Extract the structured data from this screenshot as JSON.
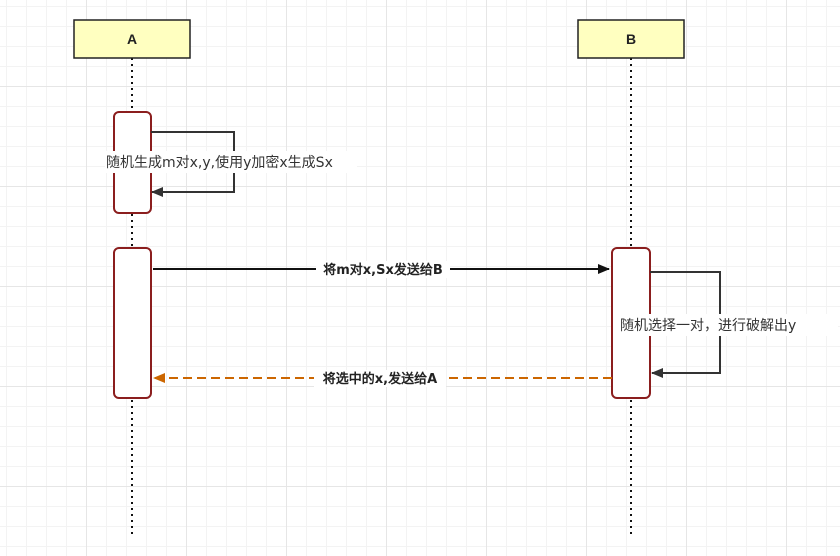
{
  "participants": [
    {
      "name": "A"
    },
    {
      "name": "B"
    }
  ],
  "messages": {
    "self_a": "随机生成m对x,y,使用y加密x生成Sx",
    "a_to_b": "将m对x,Sx发送给B",
    "self_b": "随机选择一对，进行破解出y",
    "b_to_a": "将选中的x,发送给A"
  },
  "colors": {
    "participant_fill": "#ffffc0",
    "activation_stroke": "#8b1e1e",
    "reply_arrow": "#cc6600",
    "solid_arrow": "#000000"
  }
}
